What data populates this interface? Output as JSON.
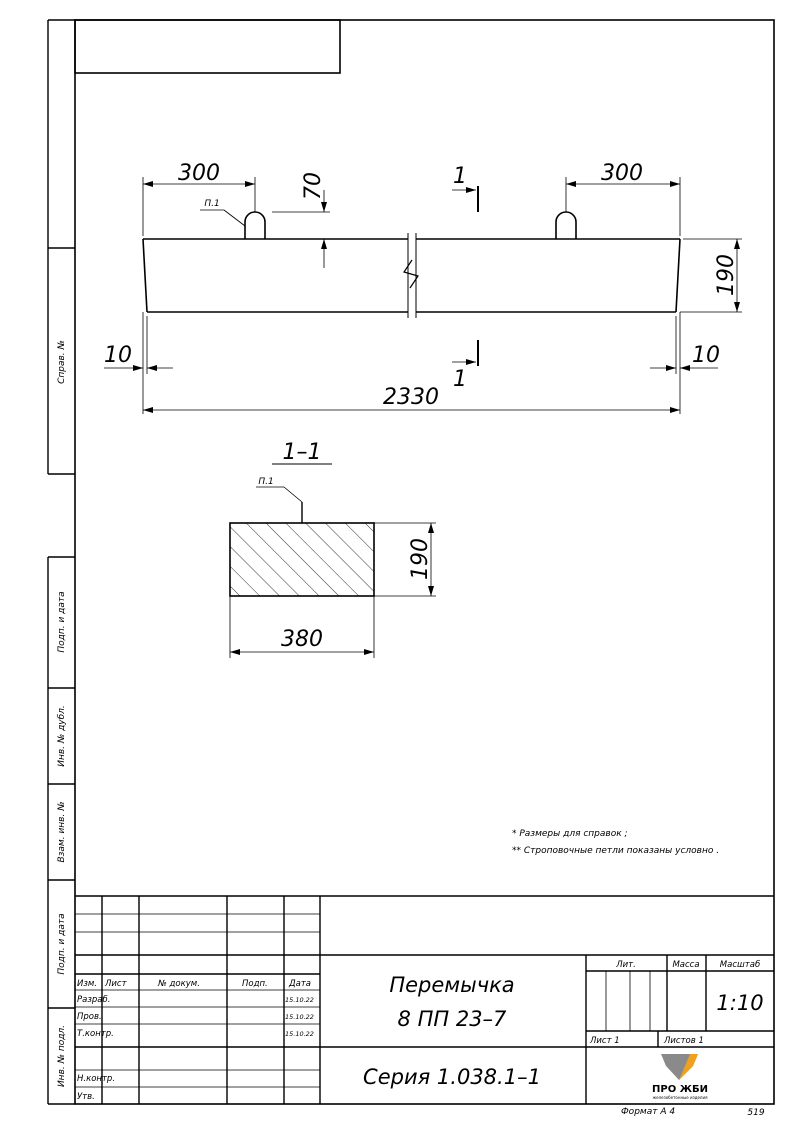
{
  "left_strip": {
    "sprav": "Справ. №",
    "podp1": "Подп. и дата",
    "inv_dubl": "Инв. № дубл.",
    "vzam": "Взам. инв. №",
    "podp2": "Подп. и дата",
    "inv_podl": "Инв. № подл."
  },
  "elevation": {
    "dim_left_300": "300",
    "dim_right_300": "300",
    "dim_70": "70",
    "dim_190": "190",
    "dim_10_left": "10",
    "dim_10_right": "10",
    "dim_2330": "2330",
    "section_mark_top": "1",
    "section_mark_bottom": "1",
    "loop_label": "П.1"
  },
  "section": {
    "title": "1–1",
    "loop_label": "П.1",
    "dim_190": "190",
    "dim_380": "380"
  },
  "notes": [
    "* Размеры для справок ;",
    "** Строповочные петли показаны условно ."
  ],
  "title_block": {
    "headers": {
      "izm": "Изм.",
      "list": "Лист",
      "dokum": "№ докум.",
      "podp": "Подп.",
      "data": "Дата"
    },
    "rows": [
      {
        "role": "Разраб.",
        "date": "15.10.22"
      },
      {
        "role": "Пров.",
        "date": "15.10.22"
      },
      {
        "role": "Т.контр.",
        "date": "15.10.22"
      },
      {
        "role": "",
        "date": ""
      },
      {
        "role": "Н.контр.",
        "date": ""
      },
      {
        "role": "Утв.",
        "date": ""
      }
    ],
    "name_line1": "Перемычка",
    "name_line2": "8 ПП 23–7",
    "series": "Серия  1.038.1–1",
    "lit": "Лит.",
    "massa": "Масса",
    "masshtab": "Масштаб",
    "scale": "1:10",
    "sheet": "Лист  1",
    "sheets": "Листов  1",
    "logo_text": "ПРО ЖБИ",
    "logo_sub": "железобетонные изделия"
  },
  "footer": {
    "format": "Формат А 4",
    "number": "519"
  }
}
